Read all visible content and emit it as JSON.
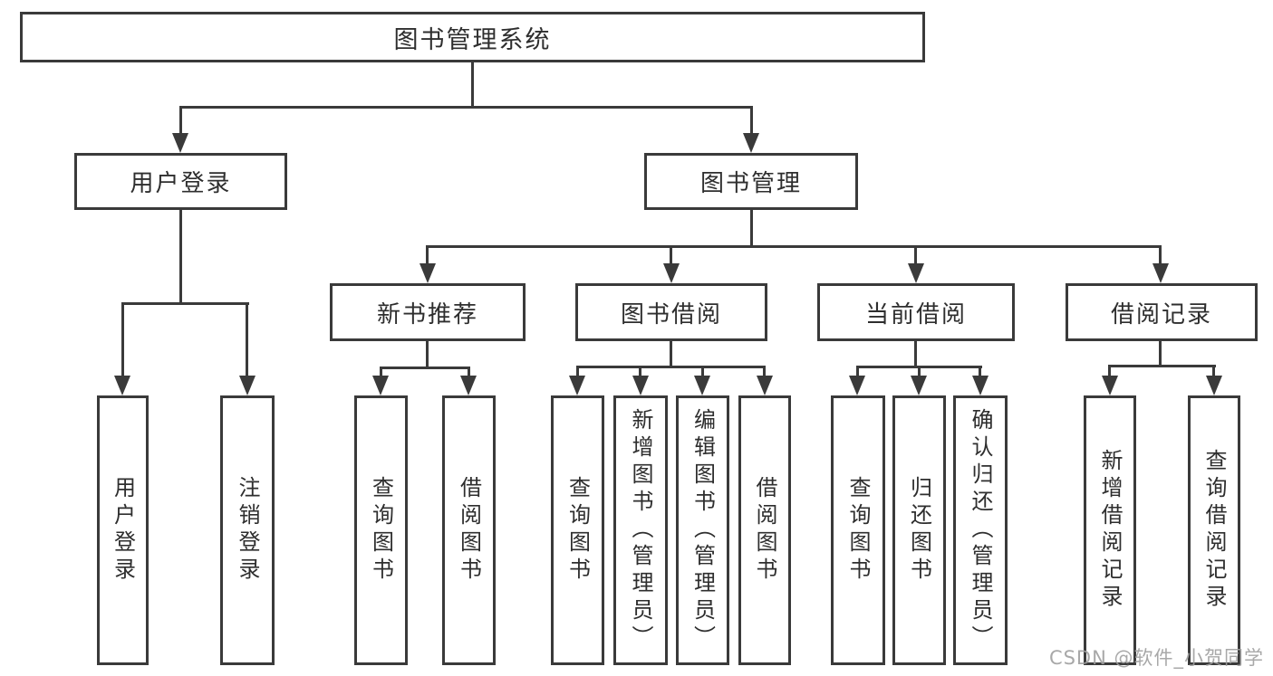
{
  "diagram_title": "图书管理系统",
  "nodes": {
    "root": "图书管理系统",
    "user_login": "用户登录",
    "book_management": "图书管理",
    "new_book_recommend": "新书推荐",
    "book_borrowing": "图书借阅",
    "current_borrowing": "当前借阅",
    "borrowing_records": "借阅记录",
    "ul_user_login": "用户登录",
    "ul_logout": "注销登录",
    "nr_query_books": "查询图书",
    "nr_borrow_books": "借阅图书",
    "bb_query_books": "查询图书",
    "bb_add_books": "新增图书（管理员）",
    "bb_edit_books": "编辑图书（管理员）",
    "bb_borrow_books": "借阅图书",
    "cb_query_books": "查询图书",
    "cb_return_books": "归还图书",
    "cb_confirm_return": "确认归还（管理员）",
    "br_add_record": "新增借阅记录",
    "br_query_record": "查询借阅记录"
  },
  "hierarchy": {
    "图书管理系统": {
      "用户登录": [
        "用户登录",
        "注销登录"
      ],
      "图书管理": {
        "新书推荐": [
          "查询图书",
          "借阅图书"
        ],
        "图书借阅": [
          "查询图书",
          "新增图书（管理员）",
          "编辑图书（管理员）",
          "借阅图书"
        ],
        "当前借阅": [
          "查询图书",
          "归还图书",
          "确认归还（管理员）"
        ],
        "借阅记录": [
          "新增借阅记录",
          "查询借阅记录"
        ]
      }
    }
  },
  "watermark": {
    "text": "CSDN @软件_小贺同学"
  },
  "colors": {
    "background": "#ffffff",
    "line": "#3a3a3a",
    "text": "#2e2e2e",
    "watermark": "#9e9e9e"
  }
}
